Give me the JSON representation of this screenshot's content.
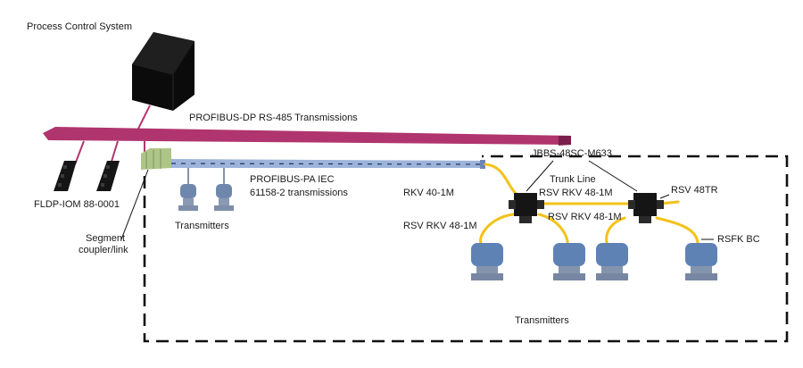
{
  "labels": {
    "process_control_system": "Process Control System",
    "profibus_dp": "PROFIBUS-DP RS-485 Transmissions",
    "profibus_pa_line1": "PROFIBUS-PA IEC",
    "profibus_pa_line2": "61158-2 transmissions",
    "fldp_iom": "FLDP-IOM 88-0001",
    "segment_coupler_line1": "Segment",
    "segment_coupler_line2": "coupler/link",
    "transmitters_left": "Transmitters",
    "transmitters_bottom": "Transmitters",
    "jbbs": "JBBS-48SC-M633",
    "trunk_line": "Trunk Line",
    "rkv_40_1m": "RKV 40-1M",
    "rsv_rkv_trunk": "RSV RKV 48-1M",
    "rsv_48tr": "RSV 48TR",
    "rsv_rkv_left": "RSV RKV 48-1M",
    "rsv_rkv_mid": "RSV RKV 48-1M",
    "rsfk_bc": "RSFK BC"
  },
  "colors": {
    "dp_bus": "#b0356e",
    "pa_bus": "#90a8d0",
    "yellow_cable": "#f3c21a",
    "transmitter": "#5f82b4",
    "device_black": "#151515",
    "coupler": "#aec588"
  }
}
